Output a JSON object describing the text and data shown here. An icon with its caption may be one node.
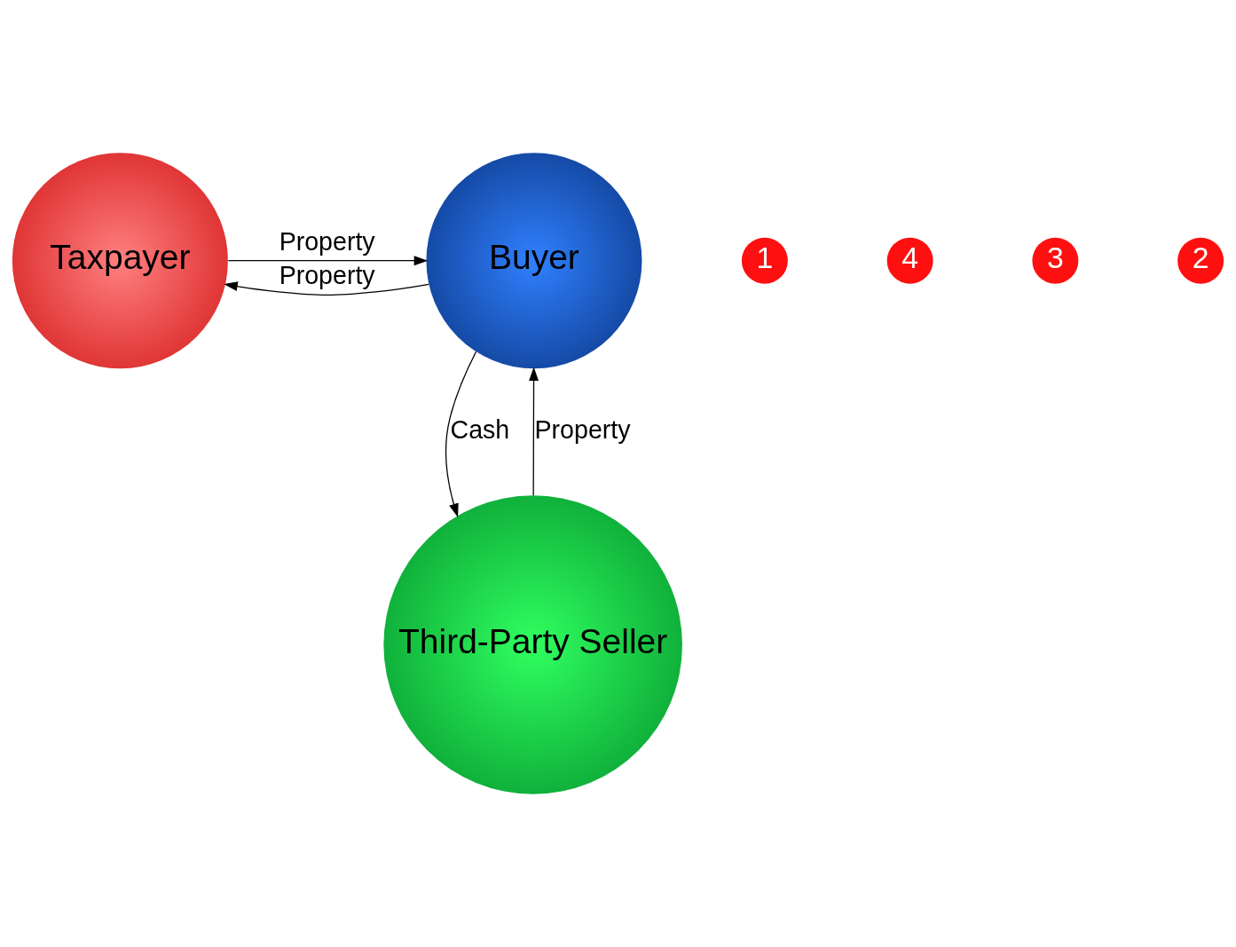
{
  "diagram": {
    "nodes": [
      {
        "text": [
          "Taxpayer"
        ]
      },
      {
        "text": [
          "Buyer"
        ]
      },
      {
        "text": [
          "Third-Party Seller"
        ]
      },
      {
        "text": [
          "1"
        ]
      },
      {
        "text": [
          "4"
        ]
      },
      {
        "text": [
          "3"
        ]
      },
      {
        "text": [
          "2"
        ]
      }
    ],
    "edges": [
      {
        "from": 0,
        "to": 1,
        "arrow": "to",
        "label": "Property"
      },
      {
        "from": 1,
        "to": 0,
        "arrow": "to",
        "label": "Property"
      },
      {
        "from": 2,
        "to": 1,
        "arrow": "to",
        "label": "Property"
      },
      {
        "from": 1,
        "to": 2,
        "arrow": "to",
        "label": "Cash"
      }
    ]
  }
}
